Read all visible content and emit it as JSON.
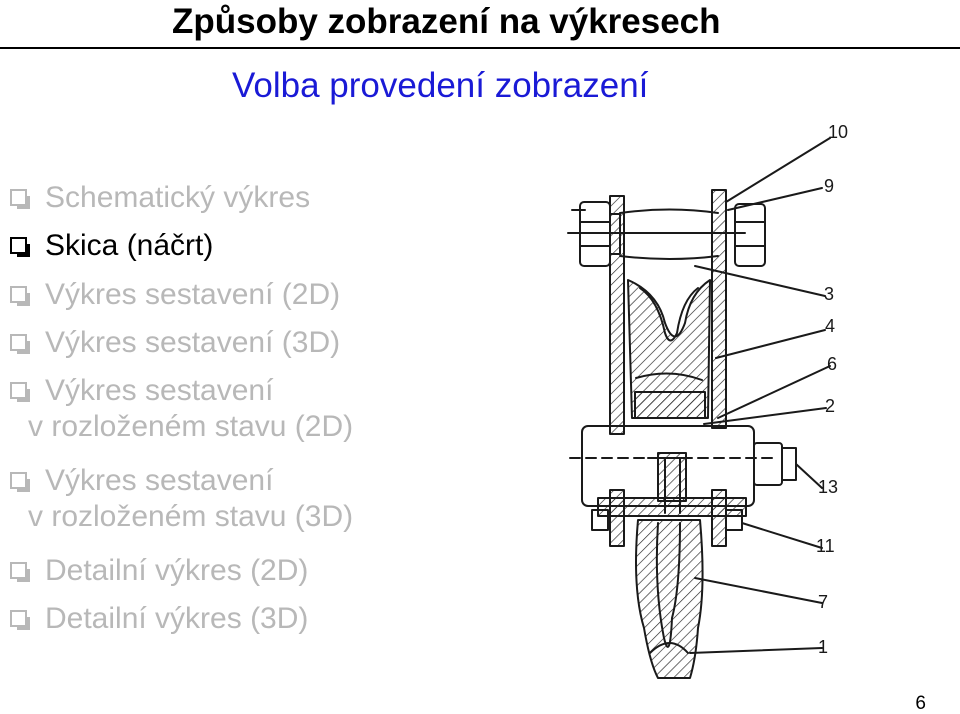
{
  "slide": {
    "title": "Způsoby zobrazení na výkresech",
    "subtitle": "Volba provedení zobrazení",
    "page_number": "6"
  },
  "bullets": [
    {
      "lines": [
        "Schematický výkres"
      ],
      "state": "muted"
    },
    {
      "lines": [
        "Skica (náčrt)"
      ],
      "state": "active"
    },
    {
      "lines": [
        "Výkres sestavení (2D)"
      ],
      "state": "muted"
    },
    {
      "lines": [
        "Výkres sestavení (3D)"
      ],
      "state": "muted"
    },
    {
      "lines": [
        "Výkres sestavení",
        "v rozloženém stavu (2D)"
      ],
      "state": "muted"
    },
    {
      "lines": [
        "Výkres sestavení",
        "v rozloženém stavu (3D)"
      ],
      "state": "muted"
    },
    {
      "lines": [
        "Detailní výkres (2D)"
      ],
      "state": "muted"
    },
    {
      "lines": [
        "Detailní výkres (3D)"
      ],
      "state": "muted"
    }
  ],
  "sketch": {
    "labels": [
      "10",
      "9",
      "3",
      "4",
      "6",
      "2",
      "13",
      "11",
      "7",
      "1"
    ]
  },
  "colors": {
    "title": "#000000",
    "subtitle": "#1a1ad6",
    "muted": "#b8b8b8",
    "active": "#000000"
  },
  "icons": {
    "bullet": "checkbox-square-icon"
  }
}
